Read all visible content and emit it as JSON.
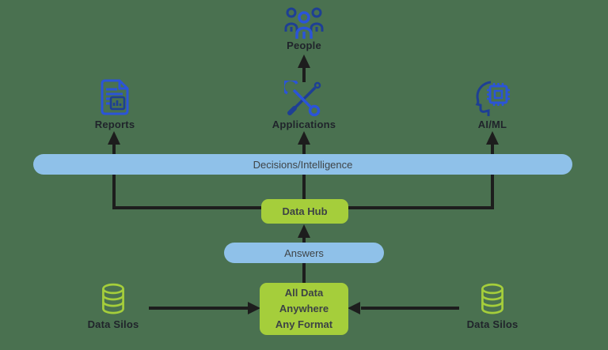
{
  "diagram_title": "Data flow architecture diagram",
  "colors": {
    "background": "#4a7150",
    "bar_blue": "#8fc1e9",
    "box_green": "#a5ce3b",
    "icon_blue": "#2b54d8",
    "icon_navy": "#1e3f94",
    "connector_black": "#1d1d1d",
    "bar_text": "#3f4447",
    "label_text": "#20242b"
  },
  "nodes": {
    "people": {
      "label": "People",
      "icon": "people-icon"
    },
    "reports": {
      "label": "Reports",
      "icon": "report-document-icon"
    },
    "applications": {
      "label": "Applications",
      "icon": "crossed-tools-icon"
    },
    "aiml": {
      "label": "AI/ML",
      "icon": "head-chip-icon"
    },
    "decisions_bar": {
      "label": "Decisions/Intelligence"
    },
    "data_hub": {
      "label": "Data Hub"
    },
    "answers_bar": {
      "label": "Answers"
    },
    "all_data_box": {
      "lines": [
        "All Data",
        "Anywhere",
        "Any Format"
      ]
    },
    "data_silos_left": {
      "label": "Data Silos",
      "icon": "database-icon"
    },
    "data_silos_right": {
      "label": "Data Silos",
      "icon": "database-icon"
    }
  },
  "flows": [
    "Data Silos -> All Data Anywhere Any Format",
    "All Data Anywhere Any Format -> Answers",
    "Answers -> Data Hub",
    "Data Hub -> Decisions/Intelligence",
    "Decisions/Intelligence -> Reports",
    "Decisions/Intelligence -> Applications",
    "Decisions/Intelligence -> AI/ML",
    "Applications -> People"
  ]
}
